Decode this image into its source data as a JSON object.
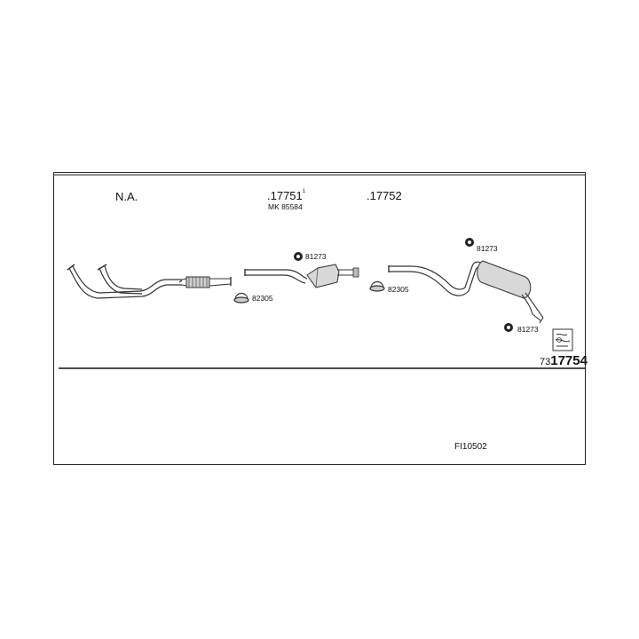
{
  "diagram": {
    "labels": {
      "na": "N.A.",
      "part_front": ".17751",
      "part_front_mark": "1",
      "kit": "MK 85584",
      "part_rear": ".17752",
      "bracket_center": "81273",
      "bracket_rear_top": "81273",
      "bracket_rear_bottom": "81273",
      "clamp_left": "82305",
      "clamp_center": "82305",
      "reference_prefix": "73",
      "reference_main": "17754",
      "drawing_code": "FI10502"
    },
    "icons": {
      "bracket": "rubber-hanger-icon",
      "clamp": "u-bolt-clamp-icon",
      "instructions": "mounting-instructions-icon"
    }
  }
}
